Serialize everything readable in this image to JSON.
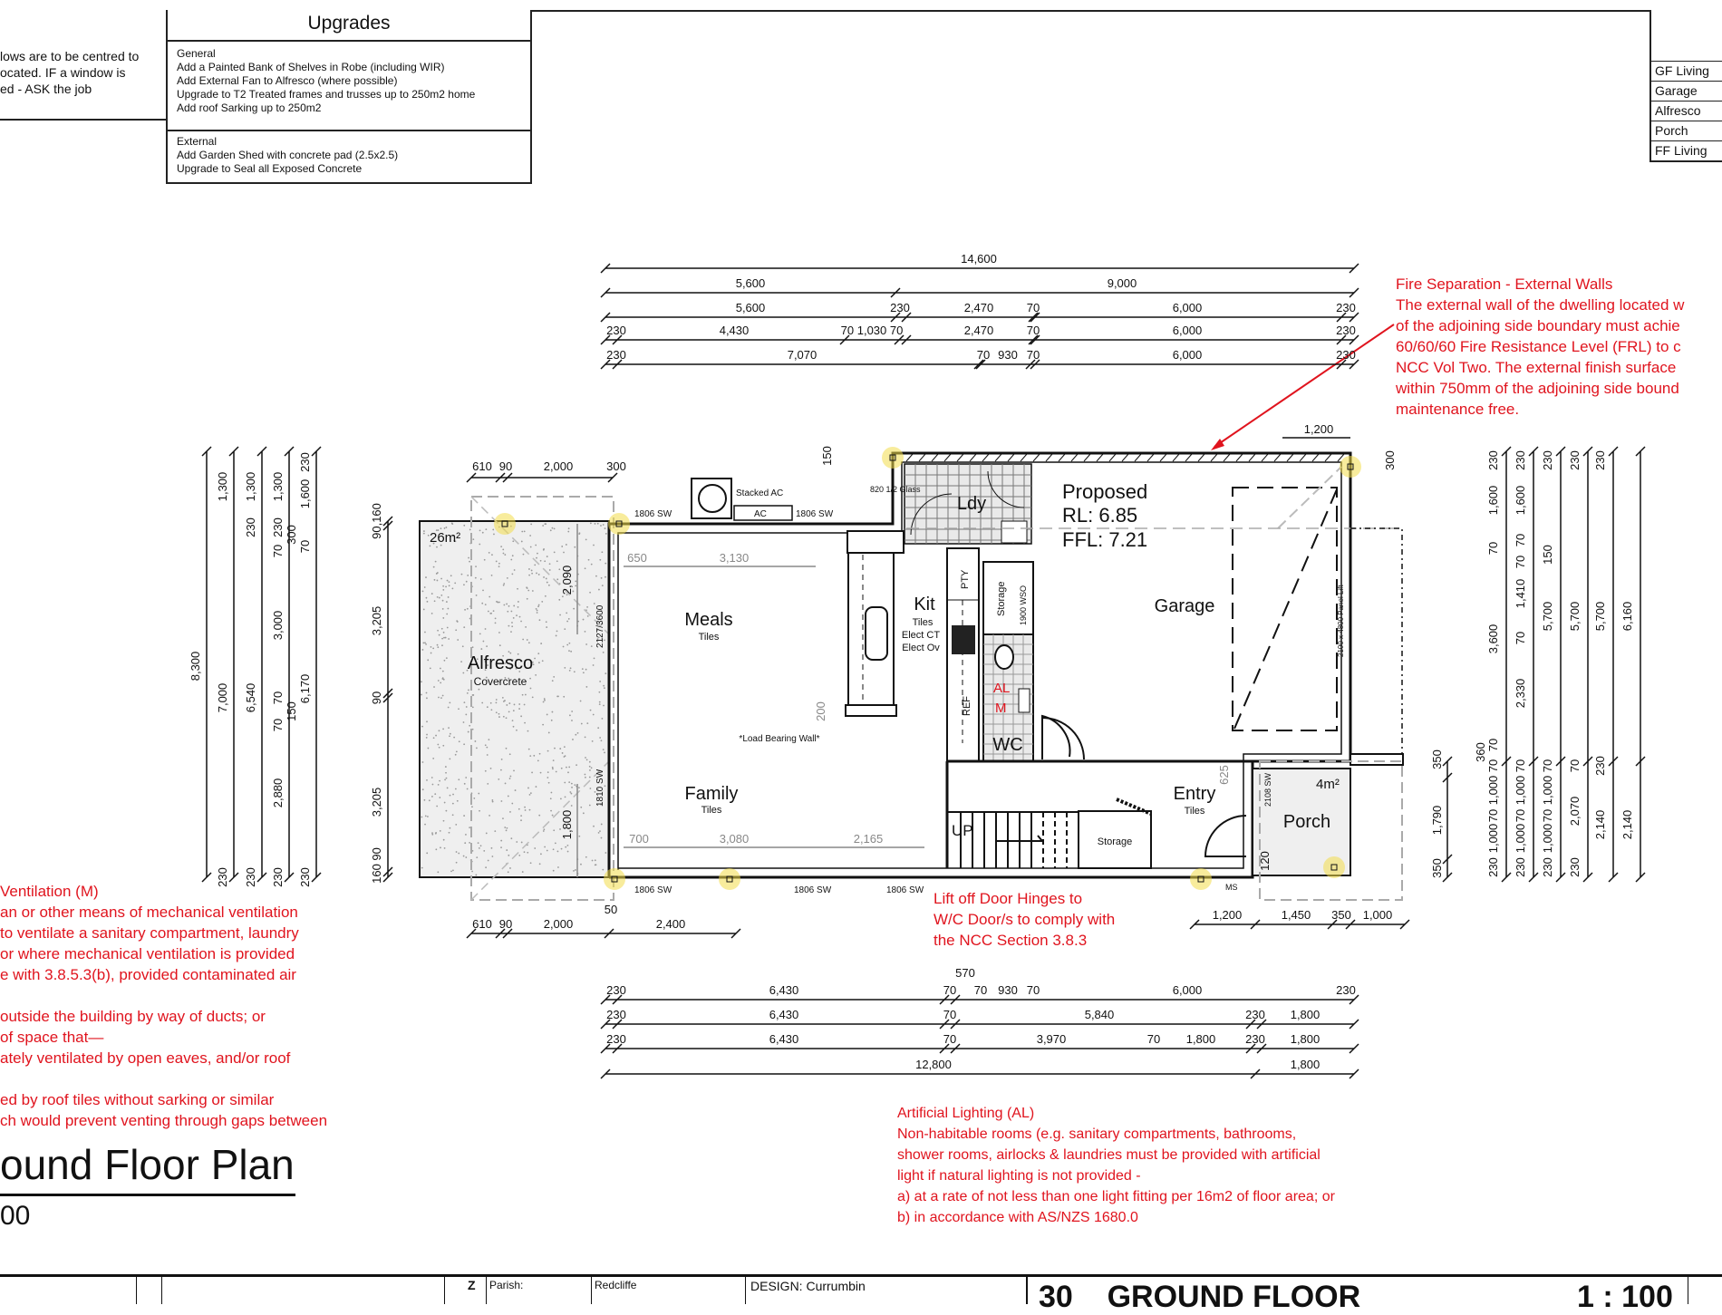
{
  "notes_box": {
    "lines": [
      "lows are to be centred to",
      "ocated. IF a window is",
      "ed - ASK the job"
    ]
  },
  "upgrades": {
    "title": "Upgrades",
    "general_heading": "General",
    "general": [
      "Add a Painted Bank of Shelves in Robe (including WIR)",
      "Add External Fan to Alfresco (where possible)",
      "Upgrade to T2 Treated frames and trusses up to 250m2 home",
      "Add roof Sarking up to 250m2"
    ],
    "external_heading": "External",
    "external": [
      "Add Garden Shed with concrete pad (2.5x2.5)",
      "Upgrade to Seal all Exposed Concrete"
    ]
  },
  "area_table": {
    "rows": [
      "GF Living",
      "Garage",
      "Alfresco",
      "Porch",
      "FF Living"
    ]
  },
  "fire_note": {
    "title": "Fire Separation - External Walls",
    "lines": [
      "The external wall of the dwelling located w",
      "of the adjoining side boundary must achie",
      "60/60/60 Fire Resistance Level (FRL) to c",
      "NCC Vol Two. The external finish surface",
      "within 750mm of the adjoining side bound",
      "maintenance free."
    ]
  },
  "ventilation_note": {
    "title": "Ventilation (M)",
    "lines": [
      "an or other means of mechanical ventilation",
      " to ventilate a sanitary compartment, laundry",
      " or where mechanical ventilation is provided",
      "e with 3.8.5.3(b), provided contaminated air",
      "",
      " outside the building by way of ducts; or",
      "of space that—",
      "ately ventilated by open eaves, and/or roof",
      "",
      "ed by roof tiles without sarking or similar",
      "ch would prevent venting through gaps between"
    ]
  },
  "hinge_note": {
    "lines": [
      "Lift off Door Hinges to",
      "W/C Door/s to comply with",
      "the NCC Section 3.8.3"
    ]
  },
  "lighting_note": {
    "title": "Artificial Lighting  (AL)",
    "lines": [
      "Non-habitable rooms (e.g. sanitary compartments, bathrooms,",
      "shower rooms, airlocks & laundries must be provided with artificial",
      "light if natural lighting is not provided -",
      "a) at a rate of not less than  one light fitting per 16m2 of floor area; or",
      "b) in accordance with AS/NZS 1680.0"
    ]
  },
  "plan_title": {
    "title": "ound Floor Plan",
    "scale": "00"
  },
  "title_block": {
    "parish_label": "Parish:",
    "parish": "Redcliffe",
    "design": "DESIGN: Currumbin",
    "sheet": "30    GROUND FLOOR",
    "scale": "1 : 100",
    "mark": "Z"
  },
  "plan": {
    "proposed": "Proposed",
    "rl": "RL:  6.85",
    "ffl": "FFL: 7.21",
    "rooms": {
      "alfresco": "Alfresco",
      "alfresco_finish": "Covercrete",
      "alfresco_area": "26m²",
      "meals": "Meals",
      "meals_finish": "Tiles",
      "family": "Family",
      "family_finish": "Tiles",
      "kit": "Kit",
      "kit_finish": "Tiles",
      "kit_ct": "Elect CT",
      "kit_ov": "Elect Ov",
      "ldy": "Ldy",
      "garage": "Garage",
      "entry": "Entry",
      "entry_finish": "Tiles",
      "porch": "Porch",
      "porch_area": "4m²",
      "wc": "WC",
      "storage": "Storage",
      "storage2": "Storage",
      "pty": "PTY",
      "ref": "REF",
      "up": "UP",
      "al": "AL",
      "m": "M"
    },
    "labels": {
      "stacked_ac": "Stacked AC",
      "ac": "AC",
      "sw1": "1806 SW",
      "sw2": "1806 SW",
      "sw3": "1806 SW",
      "sw4": "1806 SW",
      "sw5": "1806 SW",
      "load_wall": "*Load Bearing Wall*",
      "panel_lift": "2100 x 4800 Panel Lift",
      "glass": "820 1/2 Glass",
      "wso": "1900 WSO",
      "door_2127": "2127/3600",
      "sw_1810": "1810 SW",
      "sw_2108": "2108 SW",
      "ms": "MS"
    },
    "inner_dims": {
      "d650": "650",
      "d3130": "3,130",
      "d700": "700",
      "d3080": "3,080",
      "d2165": "2,165",
      "d2090": "2,090",
      "d1800": "1,800",
      "d200": "200",
      "d625": "625",
      "d120": "120",
      "d1200": "1,200",
      "d300": "300",
      "d150": "150"
    }
  },
  "dims": {
    "top": [
      [
        "14,600"
      ],
      [
        "5,600",
        "9,000"
      ],
      [
        "5,600",
        "230",
        "2,470",
        "70",
        "6,000",
        "230"
      ],
      [
        "230",
        "4,430",
        "70 1,030 70",
        "2,470",
        "70",
        "6,000",
        "230"
      ],
      [
        "230",
        "7,070",
        "70",
        "930",
        "70",
        "6,000",
        "230"
      ]
    ],
    "alf_top": [
      "610",
      "90",
      "2,000",
      "300"
    ],
    "alf_bottom": [
      "610",
      "90",
      "2,000",
      "2,400",
      "50"
    ],
    "porch_bottom": [
      "1,200",
      "1,450",
      "350",
      "1,000"
    ],
    "bottom": [
      [
        "230",
        "6,430",
        "570",
        "70",
        "70",
        "930",
        "70",
        "6,000",
        "230"
      ],
      [
        "230",
        "6,430",
        "70",
        "5,840",
        "230",
        "1,800"
      ],
      [
        "230",
        "6,430",
        "70",
        "3,970",
        "70",
        "1,800",
        "230",
        "1,800"
      ],
      [
        "12,800",
        "1,800"
      ]
    ],
    "left": [
      [
        "8,300"
      ],
      [
        "1,300",
        "7,000",
        "230"
      ],
      [
        "1,300",
        "230",
        "6,540",
        "230"
      ],
      [
        "1,300",
        "230",
        "70",
        "3,000",
        "70",
        "70",
        "2,880",
        "230"
      ],
      [
        "230",
        "1,600",
        "300",
        "70",
        "150",
        "6,170",
        "230"
      ],
      [
        "90,160",
        "3,205",
        "90",
        "3,205",
        "160 90"
      ]
    ],
    "right": [
      [
        "230",
        "1,600",
        "70",
        "3,600",
        "360",
        "70",
        "70",
        "1,000",
        "70",
        "1,000",
        "230"
      ],
      [
        "230",
        "1,600",
        "70",
        "70",
        "1,410",
        "70",
        "2,330",
        "70",
        "1,000",
        "70",
        "1,000",
        "230"
      ],
      [
        "230",
        "150",
        "5,700",
        "70",
        "1,000",
        "70",
        "1,000",
        "230"
      ],
      [
        "230",
        "5,700",
        "70",
        "2,070",
        "230"
      ],
      [
        "230",
        "5,700",
        "230",
        "2,140"
      ],
      [
        "6,160",
        "2,140"
      ]
    ],
    "entry_right": [
      "350",
      "1,790",
      "350"
    ]
  },
  "colors": {
    "note_red": "#e0141e",
    "marker_yellow": "#f3dc4a",
    "wall": "#111111"
  }
}
